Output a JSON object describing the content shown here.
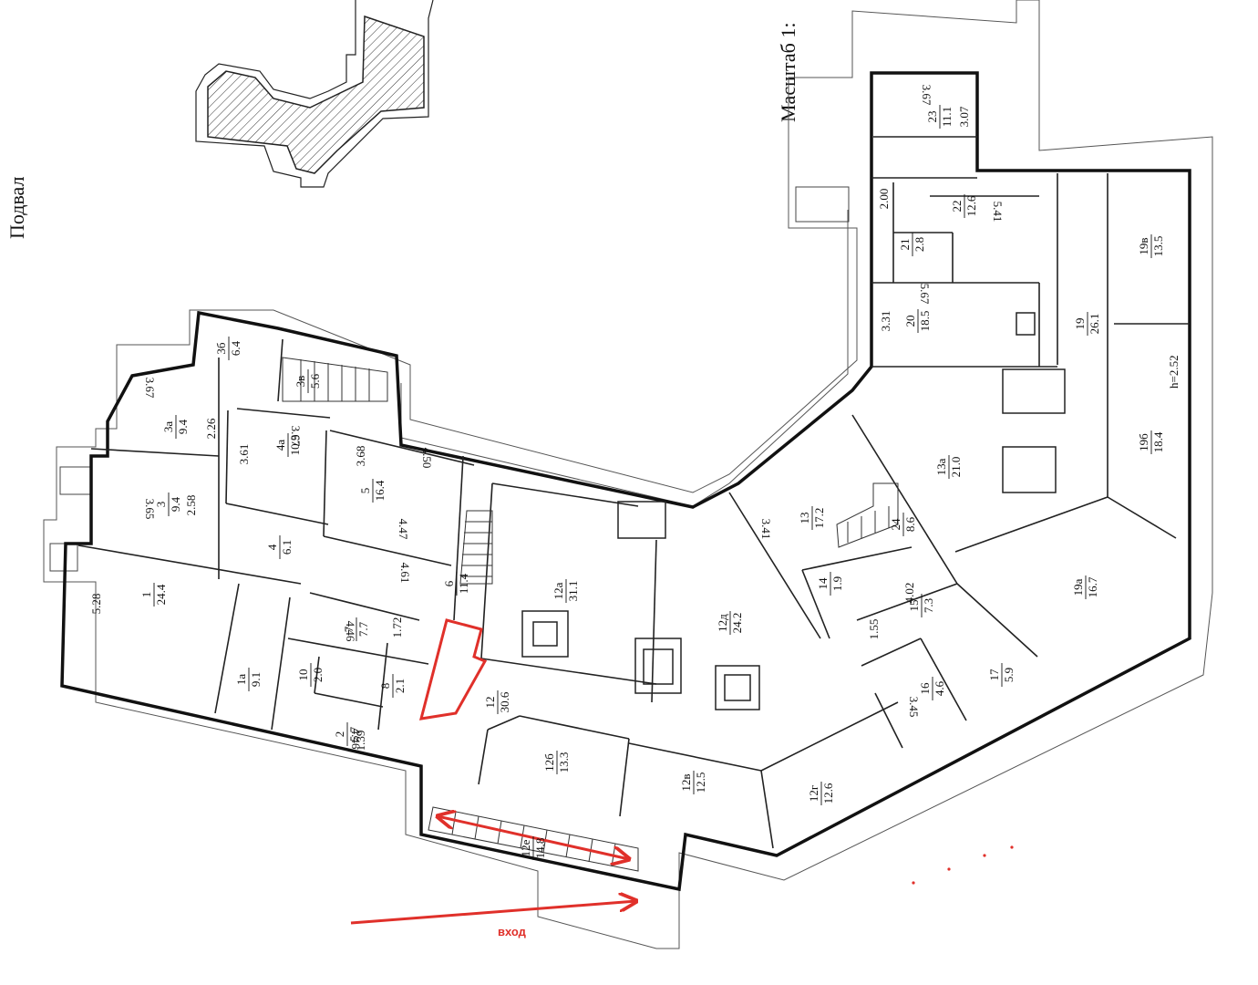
{
  "labels": {
    "floor_title": "Подвал",
    "scale_title": "Масштаб 1:",
    "entrance": "вход",
    "ceiling_height": "h=2.52"
  },
  "rooms": [
    {
      "id": "1",
      "num": "1",
      "area": "24.4"
    },
    {
      "id": "1a",
      "num": "1a",
      "area": "9.1"
    },
    {
      "id": "2",
      "num": "2",
      "area": "5.7"
    },
    {
      "id": "3",
      "num": "3",
      "area": "9.4"
    },
    {
      "id": "3a",
      "num": "3a",
      "area": "9.4"
    },
    {
      "id": "3b",
      "num": "3б",
      "area": "6.4"
    },
    {
      "id": "3v",
      "num": "3в",
      "area": "5.6"
    },
    {
      "id": "4",
      "num": "4",
      "area": "6.1"
    },
    {
      "id": "4a",
      "num": "4a",
      "area": "10.3"
    },
    {
      "id": "5",
      "num": "5",
      "area": "16.4"
    },
    {
      "id": "6",
      "num": "6",
      "area": "11.4"
    },
    {
      "id": "7",
      "num": "7",
      "area": "7.7"
    },
    {
      "id": "8",
      "num": "8",
      "area": "2.1"
    },
    {
      "id": "10",
      "num": "10",
      "area": "2.0"
    },
    {
      "id": "12",
      "num": "12",
      "area": "30.6"
    },
    {
      "id": "12a",
      "num": "12а",
      "area": "31.1"
    },
    {
      "id": "12b",
      "num": "12б",
      "area": "13.3"
    },
    {
      "id": "12v",
      "num": "12в",
      "area": "12.5"
    },
    {
      "id": "12g",
      "num": "12г",
      "area": "12.6"
    },
    {
      "id": "12d",
      "num": "12д",
      "area": "24.2"
    },
    {
      "id": "12e",
      "num": "12е",
      "area": "14.8"
    },
    {
      "id": "13",
      "num": "13",
      "area": "17.2"
    },
    {
      "id": "13a",
      "num": "13а",
      "area": "21.0"
    },
    {
      "id": "14",
      "num": "14",
      "area": "1.9"
    },
    {
      "id": "15",
      "num": "15",
      "area": "7.3"
    },
    {
      "id": "16",
      "num": "16",
      "area": "4.6"
    },
    {
      "id": "17",
      "num": "17",
      "area": "5.9"
    },
    {
      "id": "19",
      "num": "19",
      "area": "26.1"
    },
    {
      "id": "19b",
      "num": "19б",
      "area": "18.4"
    },
    {
      "id": "19v",
      "num": "19в",
      "area": "13.5"
    },
    {
      "id": "19a",
      "num": "19а",
      "area": "16.7"
    },
    {
      "id": "20",
      "num": "20",
      "area": "18.5"
    },
    {
      "id": "21",
      "num": "21",
      "area": "2.8"
    },
    {
      "id": "22",
      "num": "22",
      "area": "12.6"
    },
    {
      "id": "23",
      "num": "23",
      "area": "11.1"
    },
    {
      "id": "24",
      "num": "24",
      "area": "8.6"
    }
  ],
  "dimensions": [
    "3.67",
    "3.07",
    "5.41",
    "2.00",
    "5.67",
    "3.31",
    "3.67",
    "2.26",
    "3.61",
    "3.67",
    "3.68",
    "4.50",
    "2.58",
    "3.65",
    "4.47",
    "4.61",
    "5.28",
    "4.46",
    "1.72",
    "4.46",
    "1.39",
    "3.41",
    "4.02",
    "1.55",
    "3.45"
  ],
  "colors": {
    "walls": "#111111",
    "annotation": "#e0302a",
    "hatch": "#333333"
  }
}
